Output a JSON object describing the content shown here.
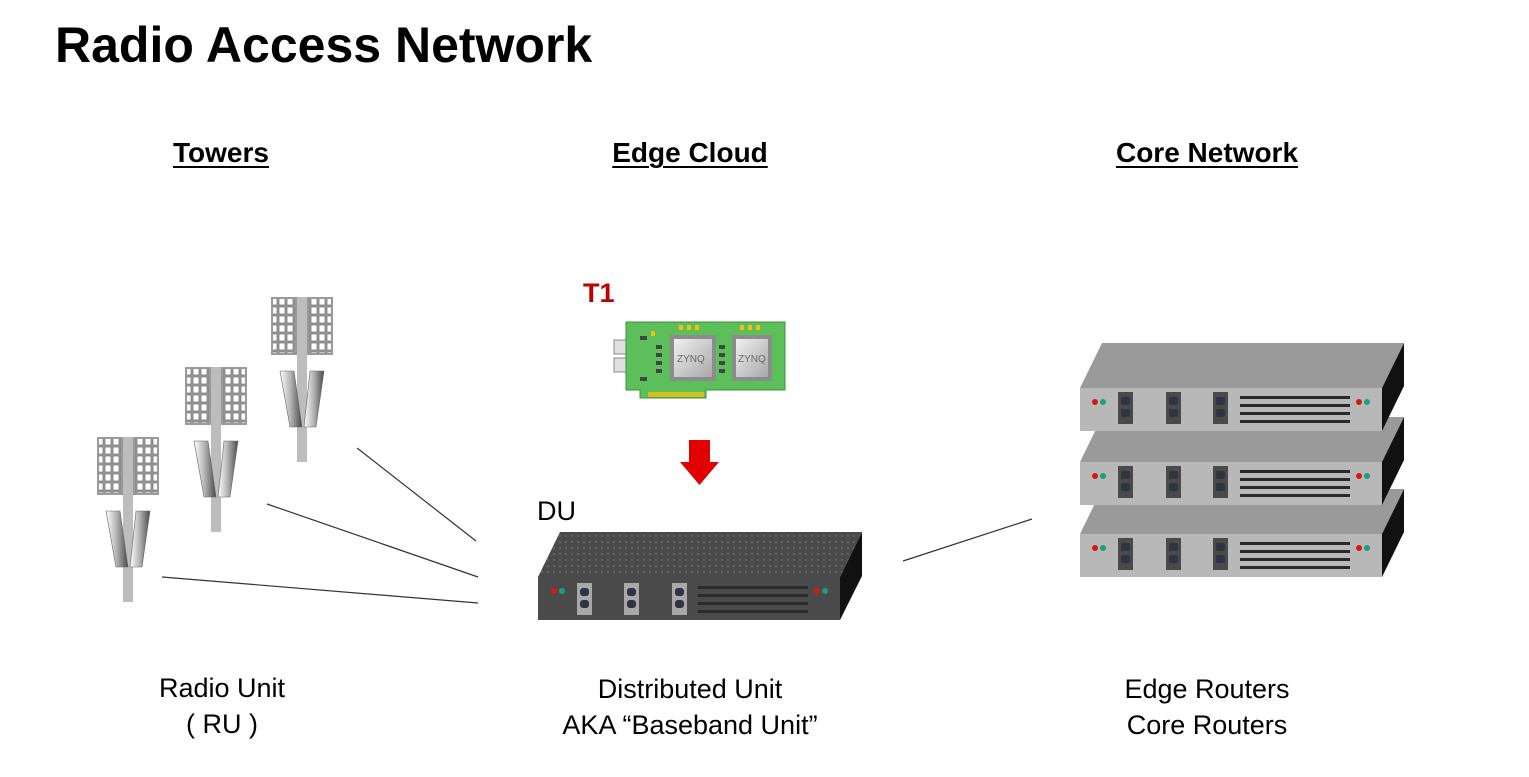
{
  "title": "Radio Access Network",
  "columns": [
    {
      "heading": "Towers",
      "caption_lines": [
        "Radio Unit",
        "( RU )"
      ]
    },
    {
      "heading": "Edge Cloud",
      "caption_lines": [
        "Distributed Unit",
        "AKA “Baseband Unit”"
      ]
    },
    {
      "heading": "Core Network",
      "caption_lines": [
        "Edge Routers",
        "Core Routers"
      ]
    }
  ],
  "labels": {
    "accelerator": "T1",
    "du": "DU",
    "chip_brand": "ZYNQ"
  },
  "colors": {
    "accent_red": "#c00000",
    "arrow_red": "#e00000",
    "pcb_green": "#5cbf5a",
    "du_dark": "#4a4a4a",
    "router_gray": "#b4b4b4"
  }
}
